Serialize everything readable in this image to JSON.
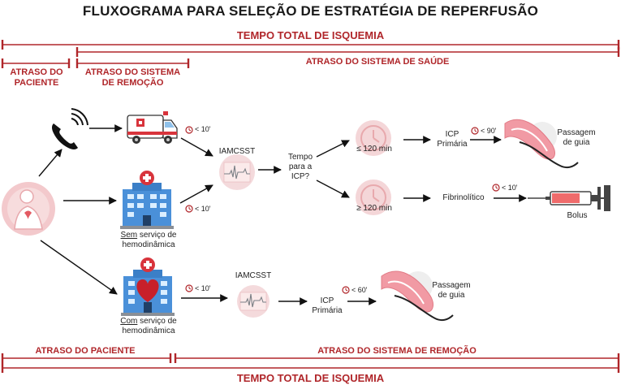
{
  "title": "FLUXOGRAMA PARA SELEÇÃO DE ESTRATÉGIA DE REPERFUSÃO",
  "total_ischemia_top": "TEMPO TOTAL DE ISQUEMIA",
  "total_ischemia_bottom": "TEMPO TOTAL DE ISQUEMIA",
  "delay_patient_top_l1": "ATRASO DO",
  "delay_patient_top_l2": "PACIENTE",
  "delay_removal_top_l1": "ATRASO DO SISTEMA",
  "delay_removal_top_l2": "DE REMOÇÃO",
  "delay_health_system": "ATRASO DO SISTEMA DE SAÚDE",
  "delay_patient_bottom": "ATRASO DO PACIENTE",
  "delay_removal_bottom": "ATRASO DO SISTEMA DE REMOÇÃO",
  "t_ambulance": "< 10'",
  "t_hospital_without": "< 10'",
  "t_hospital_with": "< 10'",
  "iamcsst_top": "IAMCSST",
  "iamcsst_bottom": "IAMCSST",
  "decision_l1": "Tempo",
  "decision_l2": "para a",
  "decision_l3": "ICP?",
  "le120": "≤ 120 min",
  "ge120": "≥ 120 min",
  "icp_top_l1": "ICP",
  "icp_top_l2": "Primária",
  "t_icp_top": "< 90'",
  "passage_top_l1": "Passagem",
  "passage_top_l2": "de guia",
  "fibrinolytic": "Fibrinolítico",
  "t_fibrinolytic": "< 10'",
  "bolus": "Bolus",
  "without_l1_u": "Sem",
  "without_l1_rest": " serviço de",
  "without_l2": "hemodinâmica",
  "with_l1_u": "Com",
  "with_l1_rest": " serviço de",
  "with_l2": "hemodinâmica",
  "icp_bottom_l1": "ICP",
  "icp_bottom_l2": "Primária",
  "t_icp_bottom": "< 60'",
  "passage_bottom_l1": "Passagem",
  "passage_bottom_l2": "de guia",
  "colors": {
    "accent": "#b0262a",
    "pink": "#f3c9cc",
    "light_pink": "#f9e3e4",
    "blue": "#4a90d9",
    "gray": "#8a8f96"
  }
}
